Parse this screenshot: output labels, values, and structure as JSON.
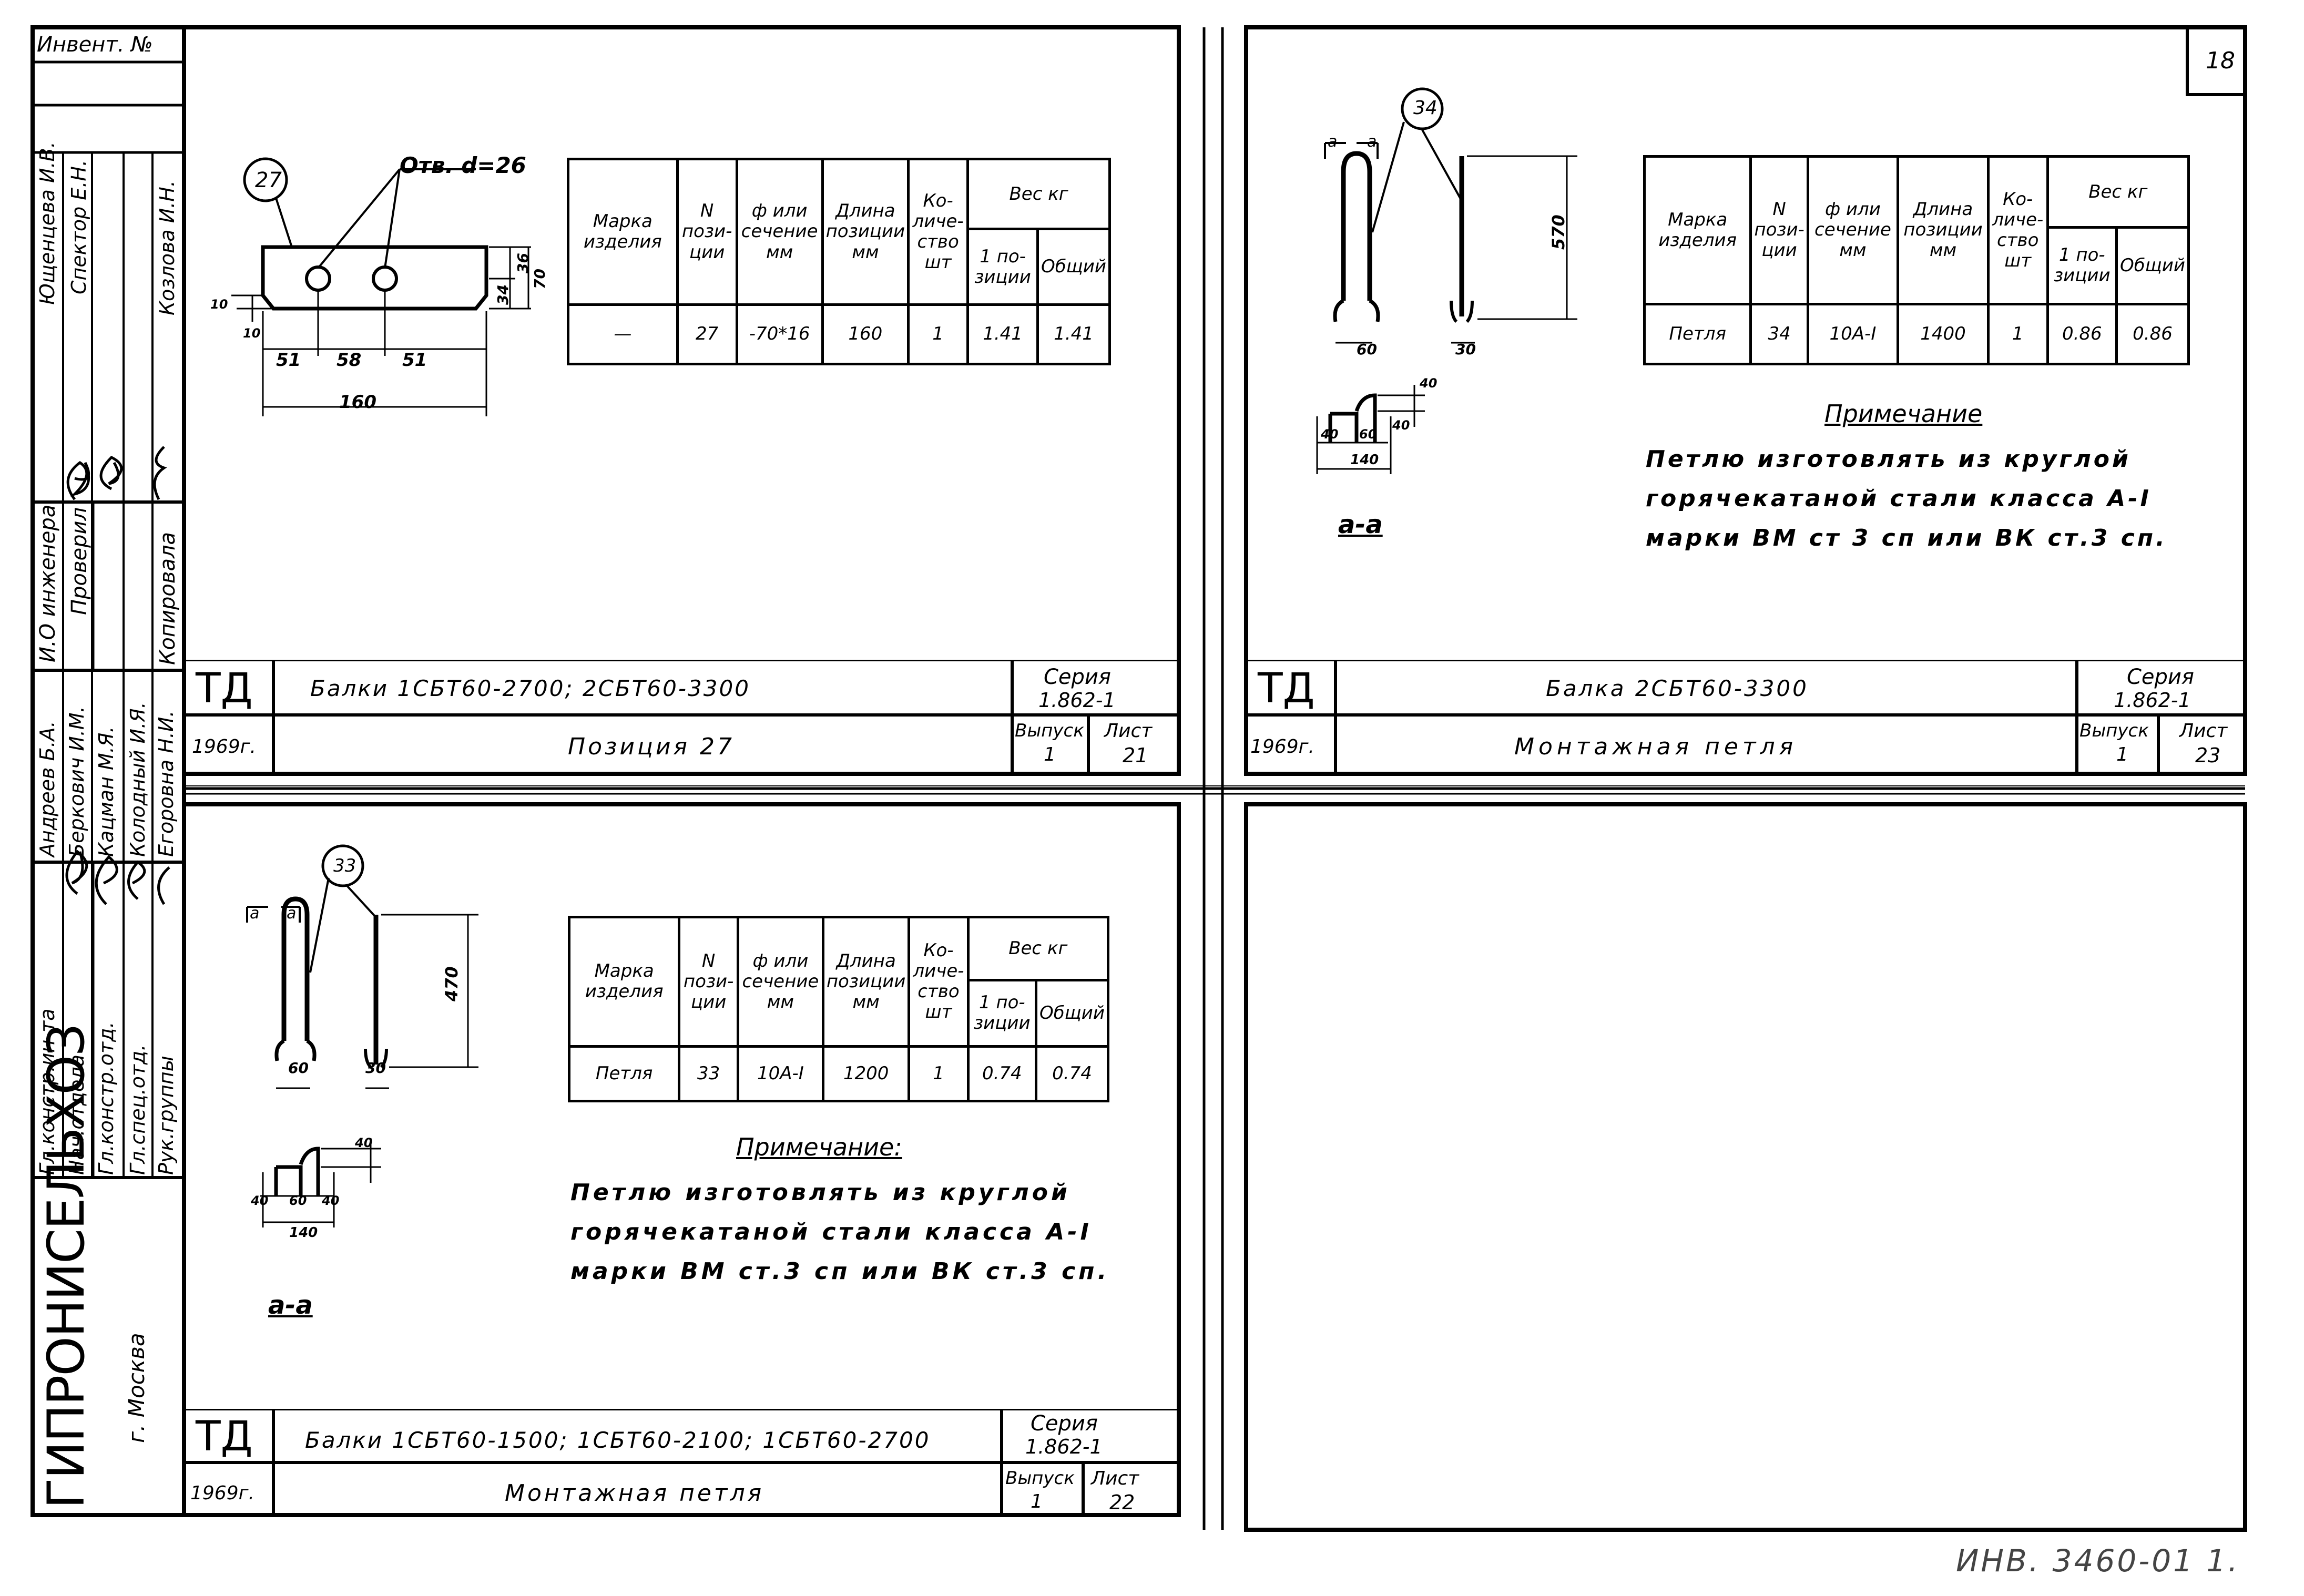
{
  "sheet": {
    "sheet_number": "18",
    "archive_mark": "ИНВ. 3460-01 1."
  },
  "left_strip": {
    "inv_label": "Инвент. №",
    "organization": "ГИПРОНИСЕЛЬХОЗ",
    "city": "г. Москва",
    "roles": [
      "Гл.констр.ин-та",
      "Нач.отдела",
      "Гл.констр.отд.",
      "Гл.спец.отд.",
      "Рук.группы"
    ],
    "names": [
      "Андреев Б.А.",
      "Беркович И.М.",
      "Кацман М.Я.",
      "Колодный И.Я.",
      "Егоровна Н.И."
    ],
    "roles2": [
      "И.О инженера",
      "Проверил",
      "Копировала"
    ],
    "names2": [
      "Ющенцева И.В.",
      "Спектор Е.Н.",
      "Козлова И.Н."
    ]
  },
  "common": {
    "td": "ТД",
    "year": "1969г.",
    "series_label": "Серия",
    "series": "1.862-1",
    "issue_label": "Выпуск",
    "issue": "1",
    "sheet_label": "Лист"
  },
  "table_headers": {
    "mark": "Марка изделия",
    "pos": "N пози-ции",
    "diam": "ф или сечение мм",
    "length": "Длина позиции мм",
    "qty": "Ко-личе-ство шт",
    "weight": "Вес кг",
    "w_one": "1 по-зиции",
    "w_total": "Общий"
  },
  "panel1": {
    "title": "Балки 1СБТ60-2700; 2СБТ60-3300",
    "subtitle": "Позиция 27",
    "sheet": "21",
    "callout": "27",
    "hole_label": "Отв. d=26",
    "dims": {
      "d51a": "51",
      "d58": "58",
      "d51b": "51",
      "d160": "160",
      "d10a": "10",
      "d10b": "10",
      "d34": "34",
      "d36": "36",
      "d70": "70"
    },
    "row": {
      "mark": "—",
      "pos": "27",
      "diam": "-70*16",
      "length": "160",
      "qty": "1",
      "w_one": "1.41",
      "w_total": "1.41"
    }
  },
  "panel2": {
    "title": "Балка 2СБТ60-3300",
    "subtitle": "Монтажная петля",
    "sheet": "23",
    "callout": "34",
    "section_mark": "а",
    "section_label": "а-а",
    "dims": {
      "h": "570",
      "w60": "60",
      "w30": "30",
      "s40a": "40",
      "s40b": "40",
      "s40c": "40",
      "s60": "60",
      "s140": "140"
    },
    "row": {
      "mark": "Петля",
      "pos": "34",
      "diam": "10А-I",
      "length": "1400",
      "qty": "1",
      "w_one": "0.86",
      "w_total": "0.86"
    },
    "note_title": "Примечание",
    "note_lines": [
      "Петлю изготовлять из круглой",
      "горячекатаной стали класса А-I",
      "марки ВМ ст 3 сп или ВК ст.3 сп."
    ]
  },
  "panel3": {
    "title": "Балки 1СБТ60-1500; 1СБТ60-2100; 1СБТ60-2700",
    "subtitle": "Монтажная петля",
    "sheet": "22",
    "callout": "33",
    "section_mark": "а",
    "section_label": "а-а",
    "dims": {
      "h": "470",
      "w60": "60",
      "w30": "30",
      "s40a": "40",
      "s40b": "40",
      "s40c": "40",
      "s60": "60",
      "s140": "140"
    },
    "row": {
      "mark": "Петля",
      "pos": "33",
      "diam": "10А-I",
      "length": "1200",
      "qty": "1",
      "w_one": "0.74",
      "w_total": "0.74"
    },
    "note_title": "Примечание:",
    "note_lines": [
      "Петлю изготовлять из круглой",
      "горячекатаной стали класса А-I",
      "марки ВМ ст.3 сп или ВК ст.3 сп."
    ]
  }
}
